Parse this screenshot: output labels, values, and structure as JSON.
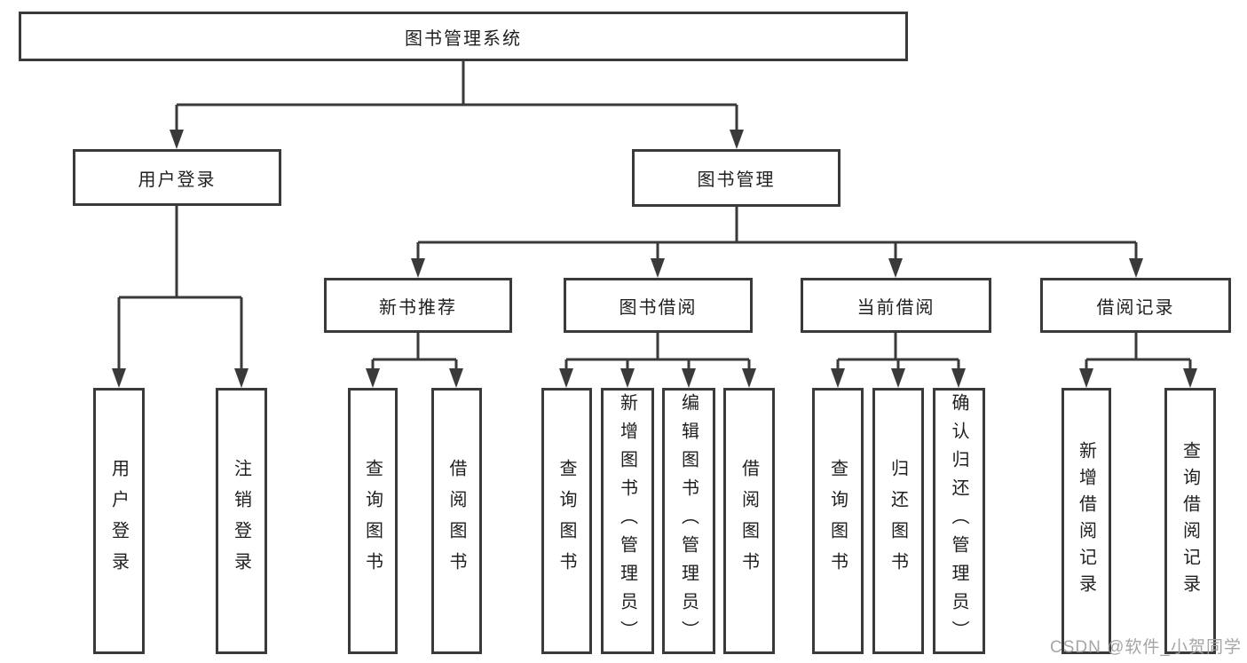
{
  "diagram": {
    "root": {
      "label": "图书管理系统",
      "children": [
        {
          "label": "用户登录",
          "children": [
            {
              "label": "用户登录"
            },
            {
              "label": "注销登录"
            }
          ]
        },
        {
          "label": "图书管理",
          "children": [
            {
              "label": "新书推荐",
              "children": [
                {
                  "label": "查询图书"
                },
                {
                  "label": "借阅图书"
                }
              ]
            },
            {
              "label": "图书借阅",
              "children": [
                {
                  "label": "查询图书"
                },
                {
                  "label": "新增图书（管理员）"
                },
                {
                  "label": "编辑图书（管理员）"
                },
                {
                  "label": "借阅图书"
                }
              ]
            },
            {
              "label": "当前借阅",
              "children": [
                {
                  "label": "查询图书"
                },
                {
                  "label": "归还图书"
                },
                {
                  "label": "确认归还（管理员）"
                }
              ]
            },
            {
              "label": "借阅记录",
              "children": [
                {
                  "label": "新增借阅记录"
                },
                {
                  "label": "查询借阅记录"
                }
              ]
            }
          ]
        }
      ]
    }
  },
  "watermark": {
    "text": "CSDN @软件_小贺同学"
  },
  "colors": {
    "line": "#3a3a3a",
    "box_border": "#3a3a3a",
    "text": "#1f1f1f",
    "watermark": "#9e9e9e",
    "background": "#ffffff"
  }
}
